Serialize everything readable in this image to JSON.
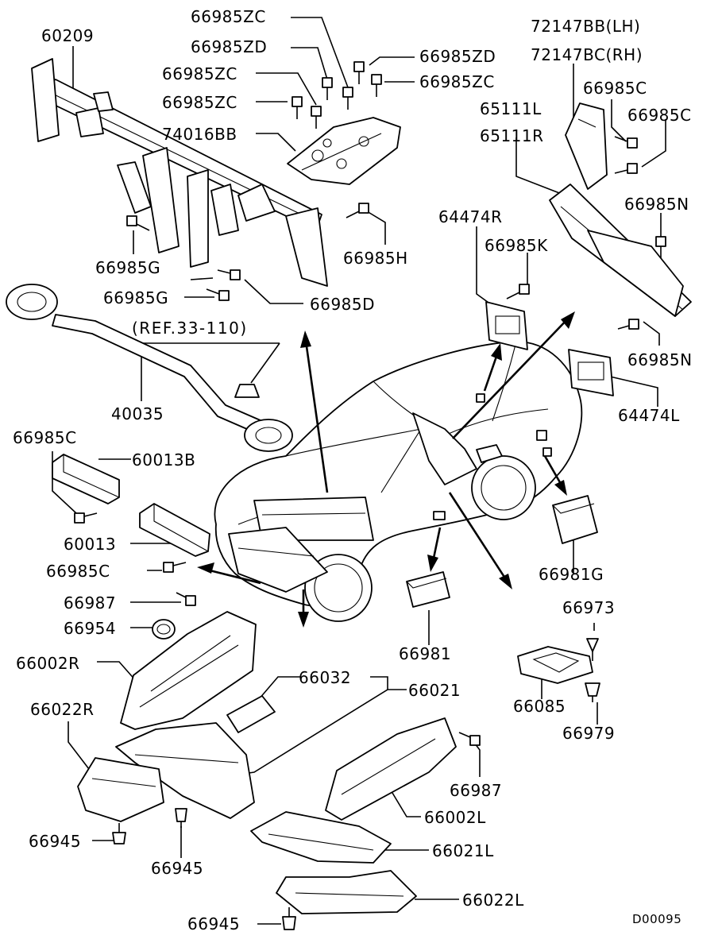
{
  "diagram": {
    "drawing_code": "D00095",
    "reference": "(REF.33-110)",
    "part_labels": [
      {
        "id": "lbl-60209",
        "text": "60209"
      },
      {
        "id": "lbl-66985zc-1",
        "text": "66985ZC"
      },
      {
        "id": "lbl-66985zd-1",
        "text": "66985ZD"
      },
      {
        "id": "lbl-66985zd-2",
        "text": "66985ZD"
      },
      {
        "id": "lbl-66985zc-2",
        "text": "66985ZC"
      },
      {
        "id": "lbl-66985zc-3",
        "text": "66985ZC"
      },
      {
        "id": "lbl-66985zc-4",
        "text": "66985ZC"
      },
      {
        "id": "lbl-74016bb",
        "text": "74016BB"
      },
      {
        "id": "lbl-72147bb",
        "text": "72147BB(LH)"
      },
      {
        "id": "lbl-72147bc",
        "text": "72147BC(RH)"
      },
      {
        "id": "lbl-66985c-1",
        "text": "66985C"
      },
      {
        "id": "lbl-66985c-2",
        "text": "66985C"
      },
      {
        "id": "lbl-65111l",
        "text": "65111L"
      },
      {
        "id": "lbl-65111r",
        "text": "65111R"
      },
      {
        "id": "lbl-66985n-1",
        "text": "66985N"
      },
      {
        "id": "lbl-66985n-2",
        "text": "66985N"
      },
      {
        "id": "lbl-64474r",
        "text": "64474R"
      },
      {
        "id": "lbl-66985k",
        "text": "66985K"
      },
      {
        "id": "lbl-64474l",
        "text": "64474L"
      },
      {
        "id": "lbl-66985g-1",
        "text": "66985G"
      },
      {
        "id": "lbl-66985g-2",
        "text": "66985G"
      },
      {
        "id": "lbl-66985h",
        "text": "66985H"
      },
      {
        "id": "lbl-66985d",
        "text": "66985D"
      },
      {
        "id": "lbl-40035",
        "text": "40035"
      },
      {
        "id": "lbl-66985c-3",
        "text": "66985C"
      },
      {
        "id": "lbl-60013b",
        "text": "60013B"
      },
      {
        "id": "lbl-60013",
        "text": "60013"
      },
      {
        "id": "lbl-66985c-4",
        "text": "66985C"
      },
      {
        "id": "lbl-66987-1",
        "text": "66987"
      },
      {
        "id": "lbl-66954",
        "text": "66954"
      },
      {
        "id": "lbl-66002r",
        "text": "66002R"
      },
      {
        "id": "lbl-66032",
        "text": "66032"
      },
      {
        "id": "lbl-66021",
        "text": "66021"
      },
      {
        "id": "lbl-66022r",
        "text": "66022R"
      },
      {
        "id": "lbl-66981g",
        "text": "66981G"
      },
      {
        "id": "lbl-66981",
        "text": "66981"
      },
      {
        "id": "lbl-66973",
        "text": "66973"
      },
      {
        "id": "lbl-66085",
        "text": "66085"
      },
      {
        "id": "lbl-66979",
        "text": "66979"
      },
      {
        "id": "lbl-66987-2",
        "text": "66987"
      },
      {
        "id": "lbl-66002l",
        "text": "66002L"
      },
      {
        "id": "lbl-66021l",
        "text": "66021L"
      },
      {
        "id": "lbl-66945-1",
        "text": "66945"
      },
      {
        "id": "lbl-66945-2",
        "text": "66945"
      },
      {
        "id": "lbl-66022l",
        "text": "66022L"
      },
      {
        "id": "lbl-66945-3",
        "text": "66945"
      }
    ]
  }
}
